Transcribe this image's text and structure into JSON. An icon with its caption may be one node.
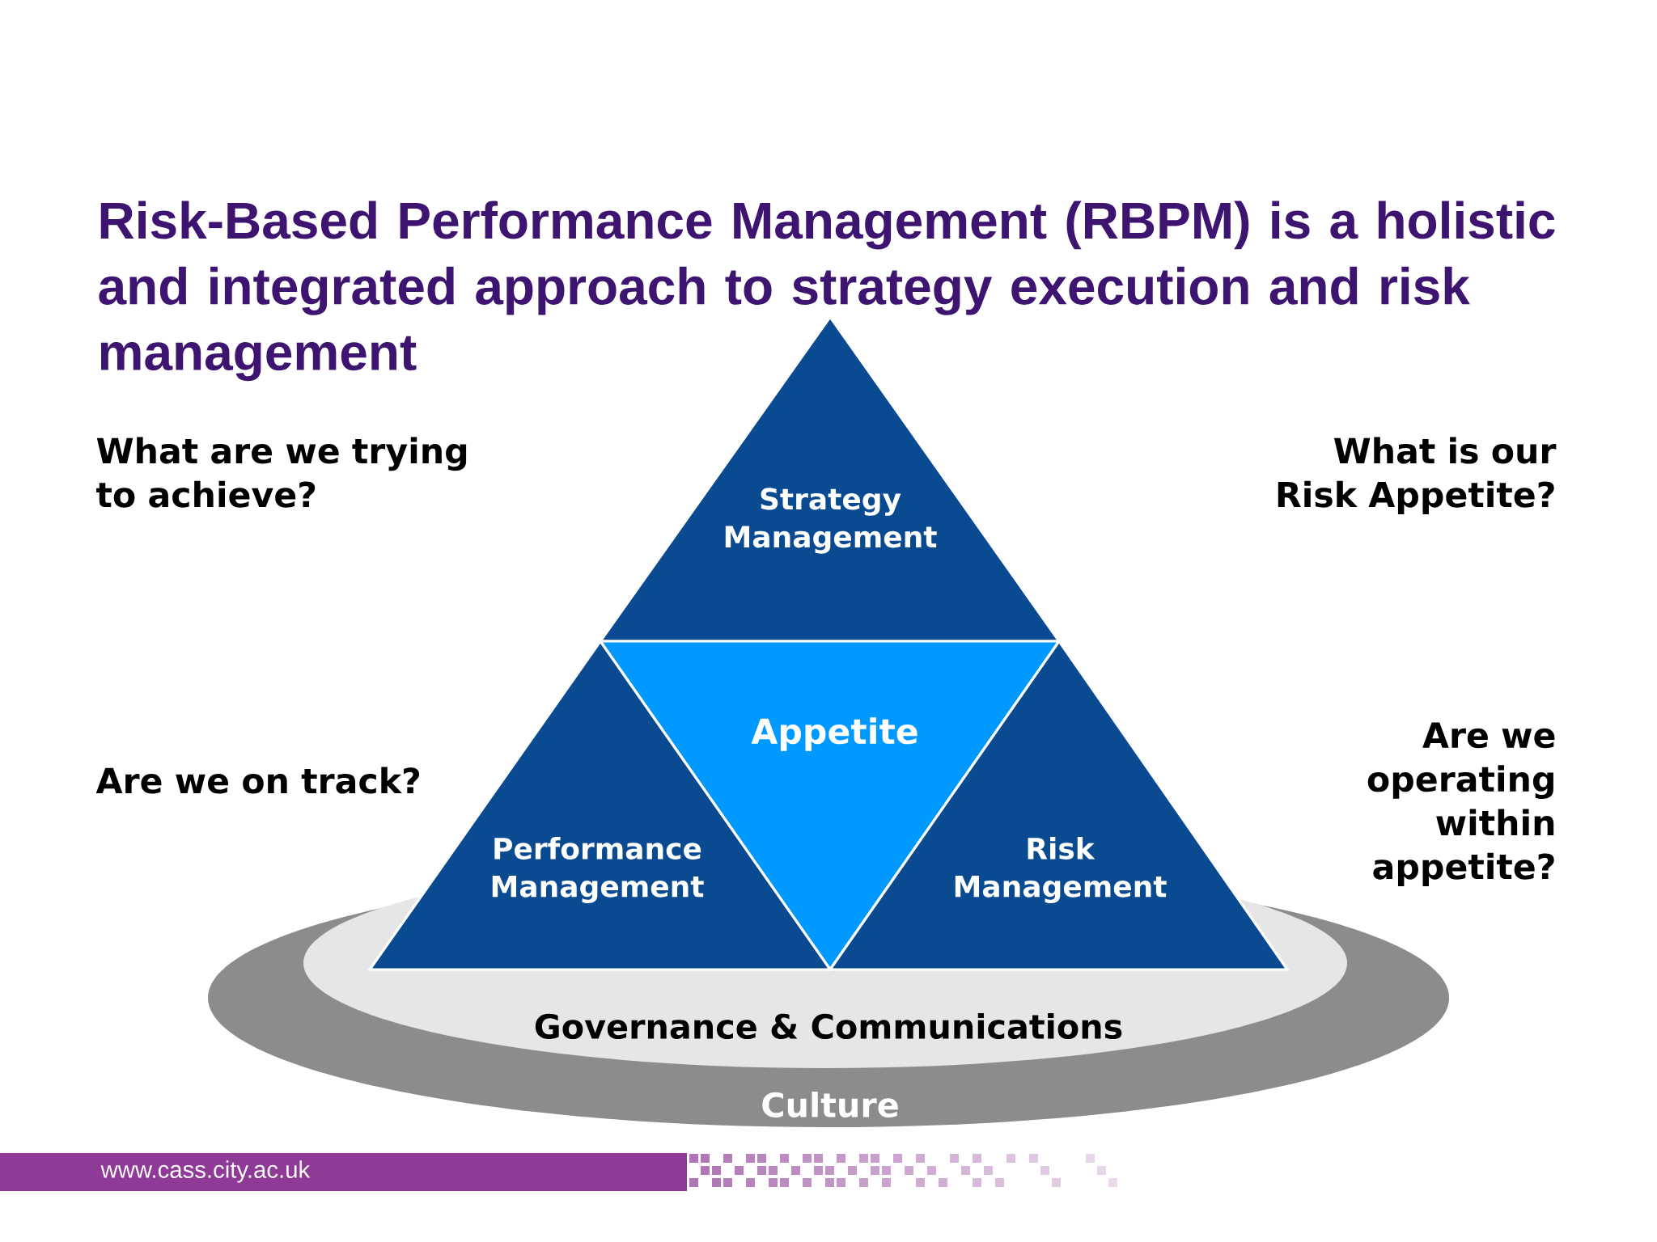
{
  "diagram": {
    "title": "Risk-Based Performance Management (RBPM) is a holistic and integrated approach to strategy execution and risk management",
    "nodes": [
      {
        "text": [
          "Strategy Management"
        ]
      },
      {
        "text": [
          "Appetite"
        ]
      },
      {
        "text": [
          "Performance Management"
        ]
      },
      {
        "text": [
          "Risk Management"
        ]
      },
      {
        "text": [
          "Culture"
        ]
      },
      {
        "text": [
          "Governance & Communications"
        ],
        "in": 4
      }
    ],
    "labels": [
      "What are we trying to achieve?",
      "What is our Risk Appetite?",
      "Are we on track?",
      "Are we operating within appetite?",
      "www.cass.city.ac.uk"
    ]
  }
}
